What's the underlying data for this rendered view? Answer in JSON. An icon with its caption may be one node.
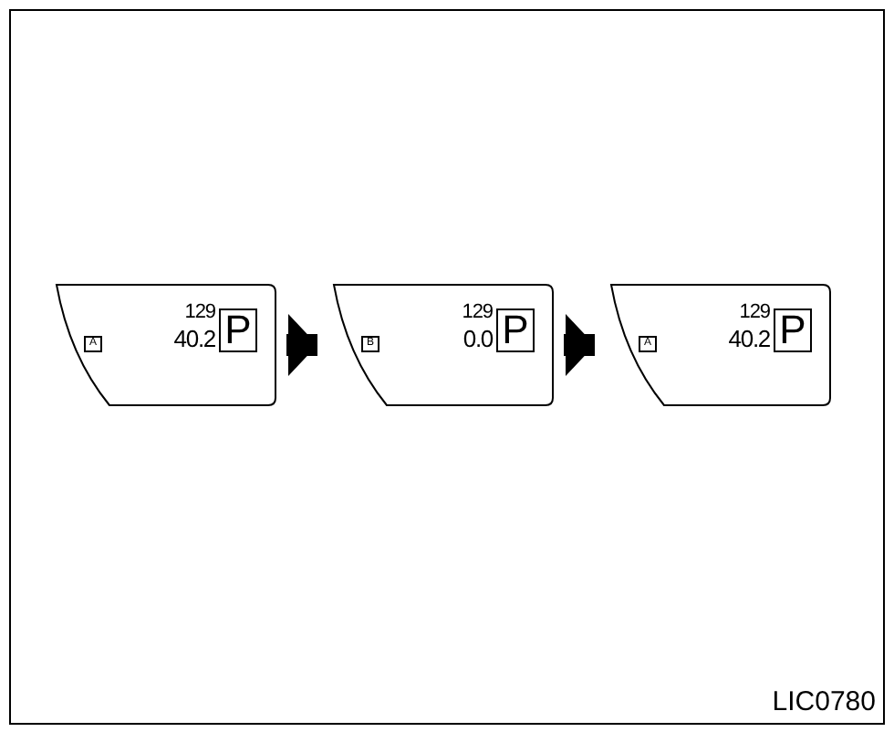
{
  "diagram": {
    "nodes": [
      {
        "text": [
          "A",
          "129",
          "40.2",
          "P"
        ]
      },
      {
        "text": [
          "B",
          "129",
          "0.0",
          "P"
        ]
      },
      {
        "text": [
          "A",
          "129",
          "40.2",
          "P"
        ]
      }
    ],
    "edges": [
      {
        "from": 0,
        "to": 1,
        "arrow": "to"
      },
      {
        "from": 1,
        "to": 2,
        "arrow": "to"
      }
    ],
    "labels": [
      "LIC0780"
    ]
  }
}
